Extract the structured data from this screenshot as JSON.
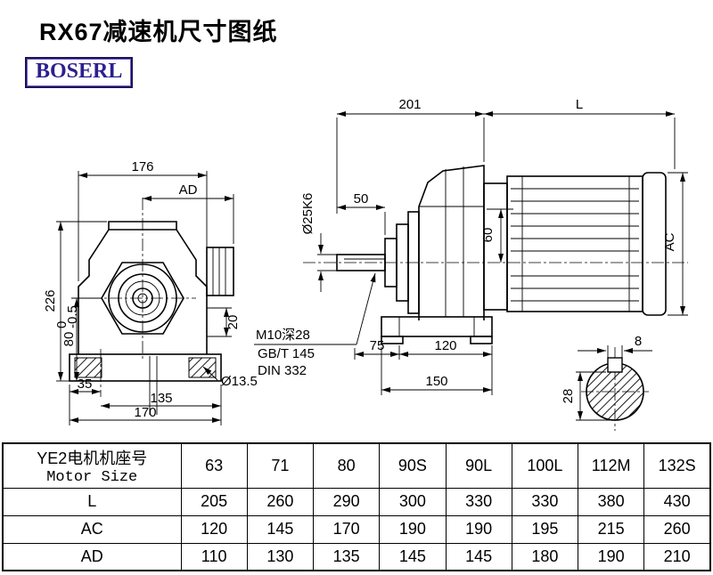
{
  "title": "RX67减速机尺寸图纸",
  "logo_text": "BOSERL",
  "drawing": {
    "front": {
      "w176": "176",
      "ad": "AD",
      "h226": "226",
      "h80": "80",
      "h80_tol_top": "0",
      "h80_tol_bot": "-0.5",
      "d35": "35",
      "d20": "20",
      "d135": "135",
      "d170": "170",
      "foot_hole": "Ø13.5"
    },
    "side": {
      "d201": "201",
      "len": "L",
      "d50": "50",
      "shaft_dia": "Ø25K6",
      "d60": "60",
      "ac": "AC",
      "tap_note": "M10深28",
      "std_gb": "GB/T 145",
      "std_din": "DIN 332",
      "d75": "75",
      "d120": "120",
      "d150": "150"
    },
    "section": {
      "key_w": "8",
      "d28": "28"
    }
  },
  "table": {
    "header": {
      "line1": "YE2电机机座号",
      "line2": "Motor Size"
    },
    "columns": [
      "63",
      "71",
      "80",
      "90S",
      "90L",
      "100L",
      "112M",
      "132S"
    ],
    "rows": [
      {
        "label": "L",
        "values": [
          "205",
          "260",
          "290",
          "300",
          "330",
          "330",
          "380",
          "430"
        ]
      },
      {
        "label": "AC",
        "values": [
          "120",
          "145",
          "170",
          "190",
          "190",
          "195",
          "215",
          "260"
        ]
      },
      {
        "label": "AD",
        "values": [
          "110",
          "130",
          "135",
          "145",
          "145",
          "180",
          "190",
          "210"
        ]
      }
    ]
  }
}
